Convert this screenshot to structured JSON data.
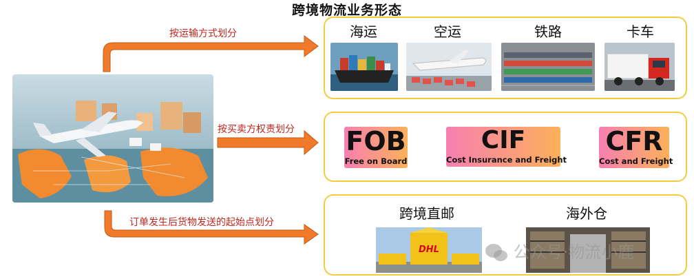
{
  "title": "跨境物流业务形态",
  "branches": [
    {
      "label": "按运输方式划分"
    },
    {
      "label": "按买卖方权责划分"
    },
    {
      "label": "订单发生后货物发送的起始点划分"
    }
  ],
  "transport_modes": [
    {
      "label": "海运"
    },
    {
      "label": "空运"
    },
    {
      "label": "铁路"
    },
    {
      "label": "卡车"
    }
  ],
  "trade_terms": [
    {
      "code": "FOB",
      "full": "Free on Board"
    },
    {
      "code": "CIF",
      "full": "Cost Insurance and Freight"
    },
    {
      "code": "CFR",
      "full": "Cost and Freight"
    }
  ],
  "fulfillment": [
    {
      "label": "跨境直邮",
      "truck_brand": "DHL"
    },
    {
      "label": "海外仓"
    }
  ],
  "watermark": {
    "text": "公众号·物流小鹿"
  },
  "colors": {
    "arrow": "#f07a2a",
    "panel_border": "#f3cc3f",
    "label_red": "#c0271f"
  }
}
